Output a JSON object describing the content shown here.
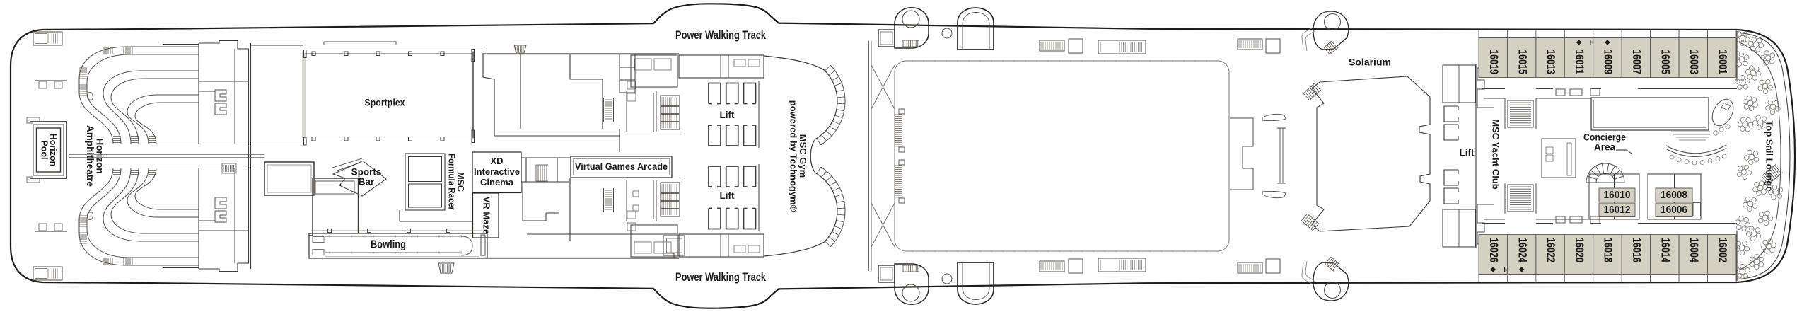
{
  "colors": {
    "background": "#ffffff",
    "cabin_fill": "#d4d1c3",
    "hull_line": "#1f1d1b",
    "wall_line": "#3d3a38",
    "thin_line": "#7a7774",
    "text": "#1a1a1a"
  },
  "labels": {
    "power_walking_track_top": "Power Walking Track",
    "power_walking_track_bottom": "Power Walking Track",
    "horizon_pool_line1": "Horizon",
    "horizon_pool_line2": "Pool",
    "horizon_amphitheatre_line1": "Horizon",
    "horizon_amphitheatre_line2": "Amphitheatre",
    "sportplex": "Sportplex",
    "sports_bar_line1": "Sports",
    "sports_bar_line2": "Bar",
    "msc_formula_racer_line1": "MSC",
    "msc_formula_racer_line2": "Formula Racer",
    "xd_cinema_line1": "XD",
    "xd_cinema_line2": "Interactive",
    "xd_cinema_line3": "Cinema",
    "vr_maze": "VR Maze",
    "bowling": "Bowling",
    "virtual_games_arcade": "Virtual Games Arcade",
    "lift_gym_upper": "Lift",
    "lift_gym_lower": "Lift",
    "msc_gym_line1": "MSC Gym",
    "msc_gym_line2": "powered by Technogym®",
    "solarium": "Solarium",
    "lift_yacht_club": "Lift",
    "msc_yacht_club": "MSC Yacht Club",
    "concierge_line1": "Concierge",
    "concierge_line2": "Area",
    "top_sail_lounge": "Top Sail Lounge"
  },
  "cabins": {
    "top_row": [
      {
        "number": "16019",
        "diamond": false,
        "connect_after": false
      },
      {
        "number": "16015",
        "diamond": false,
        "connect_after": false
      },
      {
        "number": "16013",
        "diamond": false,
        "connect_after": false
      },
      {
        "number": "16011",
        "diamond": true,
        "connect_after": true
      },
      {
        "number": "16009",
        "diamond": true,
        "connect_after": false
      },
      {
        "number": "16007",
        "diamond": false,
        "connect_after": false
      },
      {
        "number": "16005",
        "diamond": false,
        "connect_after": false
      },
      {
        "number": "16003",
        "diamond": false,
        "connect_after": false
      },
      {
        "number": "16001",
        "diamond": false,
        "connect_after": false
      }
    ],
    "bottom_row": [
      {
        "number": "16026",
        "diamond": true,
        "connect_after": true
      },
      {
        "number": "16024",
        "diamond": true,
        "connect_after": false
      },
      {
        "number": "16022",
        "diamond": false,
        "connect_after": false
      },
      {
        "number": "16020",
        "diamond": false,
        "connect_after": false
      },
      {
        "number": "16018",
        "diamond": false,
        "connect_after": false
      },
      {
        "number": "16016",
        "diamond": false,
        "connect_after": false
      },
      {
        "number": "16014",
        "diamond": false,
        "connect_after": false
      },
      {
        "number": "16004",
        "diamond": false,
        "connect_after": false
      },
      {
        "number": "16002",
        "diamond": false,
        "connect_after": false
      }
    ],
    "middle_left": [
      "16010",
      "16012"
    ],
    "middle_right": [
      "16008",
      "16006"
    ]
  }
}
